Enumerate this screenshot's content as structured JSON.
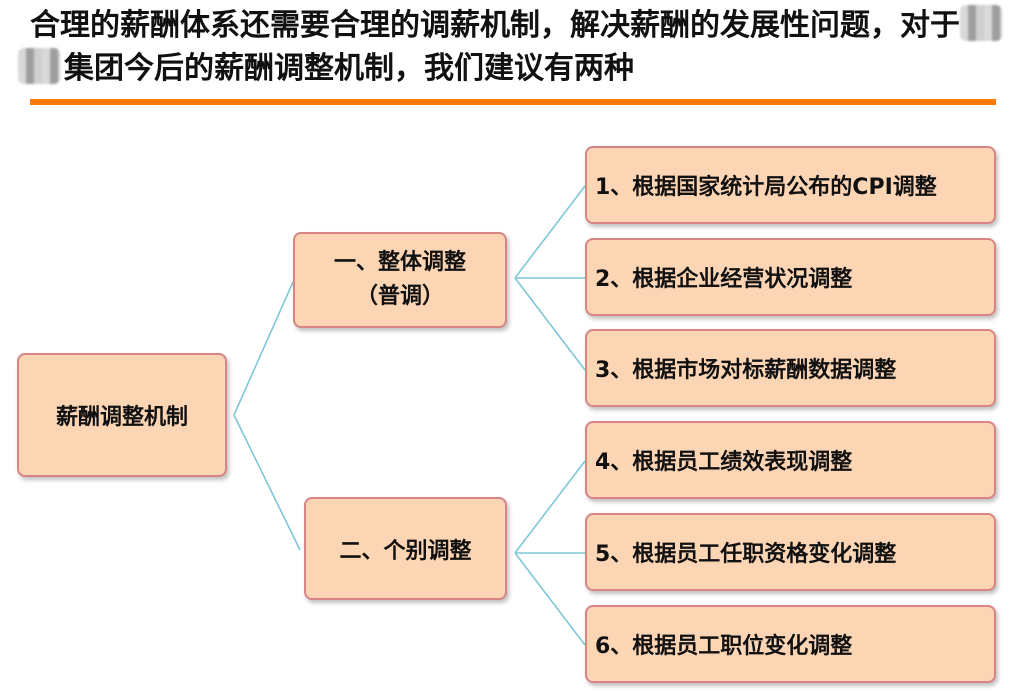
{
  "title": {
    "line1": "合理的薪酬体系还需要合理的调薪机制，解决薪酬的发展性问题，对于",
    "line2": "集团今后的薪酬调整机制，我们建议有两种"
  },
  "diagram": {
    "root": "薪酬调整机制",
    "groups": [
      {
        "label": "一、整体调整",
        "sublabel": "（普调）"
      },
      {
        "label": "二、个别调整"
      }
    ],
    "items": [
      "1、根据国家统计局公布的CPI调整",
      "2、根据企业经营状况调整",
      "3、根据市场对标薪酬数据调整",
      "4、根据员工绩效表现调整",
      "5、根据员工任职资格变化调整",
      "6、根据员工职位变化调整"
    ]
  },
  "colors": {
    "accent_rule": "#ff7a00",
    "box_fill": "#fcd5b5",
    "box_border": "#d98585",
    "connector": "#7fc6d8"
  }
}
